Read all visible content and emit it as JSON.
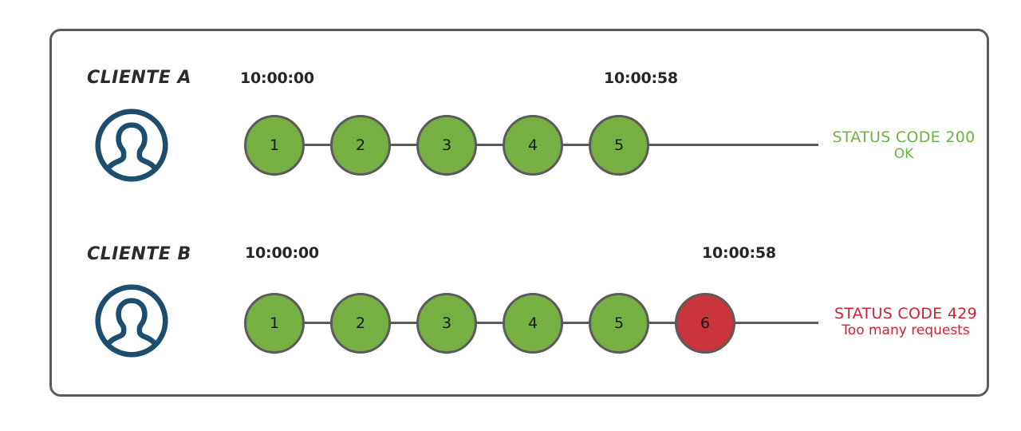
{
  "diagram": {
    "title_visible": false,
    "colors": {
      "panel_border": "#5b5b5b",
      "node_ok": "#76b043",
      "node_error": "#c9333c",
      "node_border": "#5b5b5b",
      "avatar": "#1d4e6f",
      "status_ok_text": "#6cb33f",
      "status_error_text": "#cf2232",
      "background": "#ffffff"
    },
    "rows": [
      {
        "id": "cliente-a",
        "label": "CLIENTE A",
        "avatar_icon": "user-avatar-icon",
        "timestamp_start": "10:00:00",
        "timestamp_end": "10:00:58",
        "nodes": [
          {
            "label": "1",
            "state": "ok"
          },
          {
            "label": "2",
            "state": "ok"
          },
          {
            "label": "3",
            "state": "ok"
          },
          {
            "label": "4",
            "state": "ok"
          },
          {
            "label": "5",
            "state": "ok"
          }
        ],
        "status": {
          "state": "ok",
          "line1": "STATUS CODE 200",
          "line2": "OK"
        }
      },
      {
        "id": "cliente-b",
        "label": "CLIENTE B",
        "avatar_icon": "user-avatar-icon",
        "timestamp_start": "10:00:00",
        "timestamp_end": "10:00:58",
        "nodes": [
          {
            "label": "1",
            "state": "ok"
          },
          {
            "label": "2",
            "state": "ok"
          },
          {
            "label": "3",
            "state": "ok"
          },
          {
            "label": "4",
            "state": "ok"
          },
          {
            "label": "5",
            "state": "ok"
          },
          {
            "label": "6",
            "state": "error"
          }
        ],
        "status": {
          "state": "error",
          "line1": "STATUS CODE 429",
          "line2": "Too many requests"
        }
      }
    ]
  }
}
